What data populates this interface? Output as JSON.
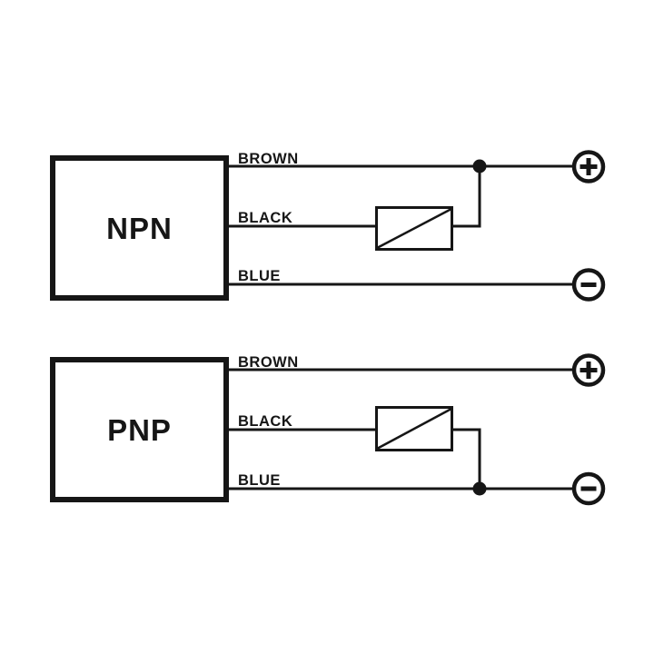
{
  "colors": {
    "background": "#ffffff",
    "ink": "#161616"
  },
  "diagram": {
    "kind": "sensor-output-wiring-diagram",
    "circuits": {
      "npn": {
        "label": "NPN",
        "wire_top": "BROWN",
        "wire_middle": "BLACK",
        "wire_bottom": "BLUE",
        "terminal_top": "+",
        "terminal_bottom": "−",
        "load_connection": "black wire through load to brown (+) line, junction dot on brown wire"
      },
      "pnp": {
        "label": "PNP",
        "wire_top": "BROWN",
        "wire_middle": "BLACK",
        "wire_bottom": "BLUE",
        "terminal_top": "+",
        "terminal_bottom": "−",
        "load_connection": "black wire through load to blue (−) line, junction dot on blue wire"
      }
    }
  }
}
